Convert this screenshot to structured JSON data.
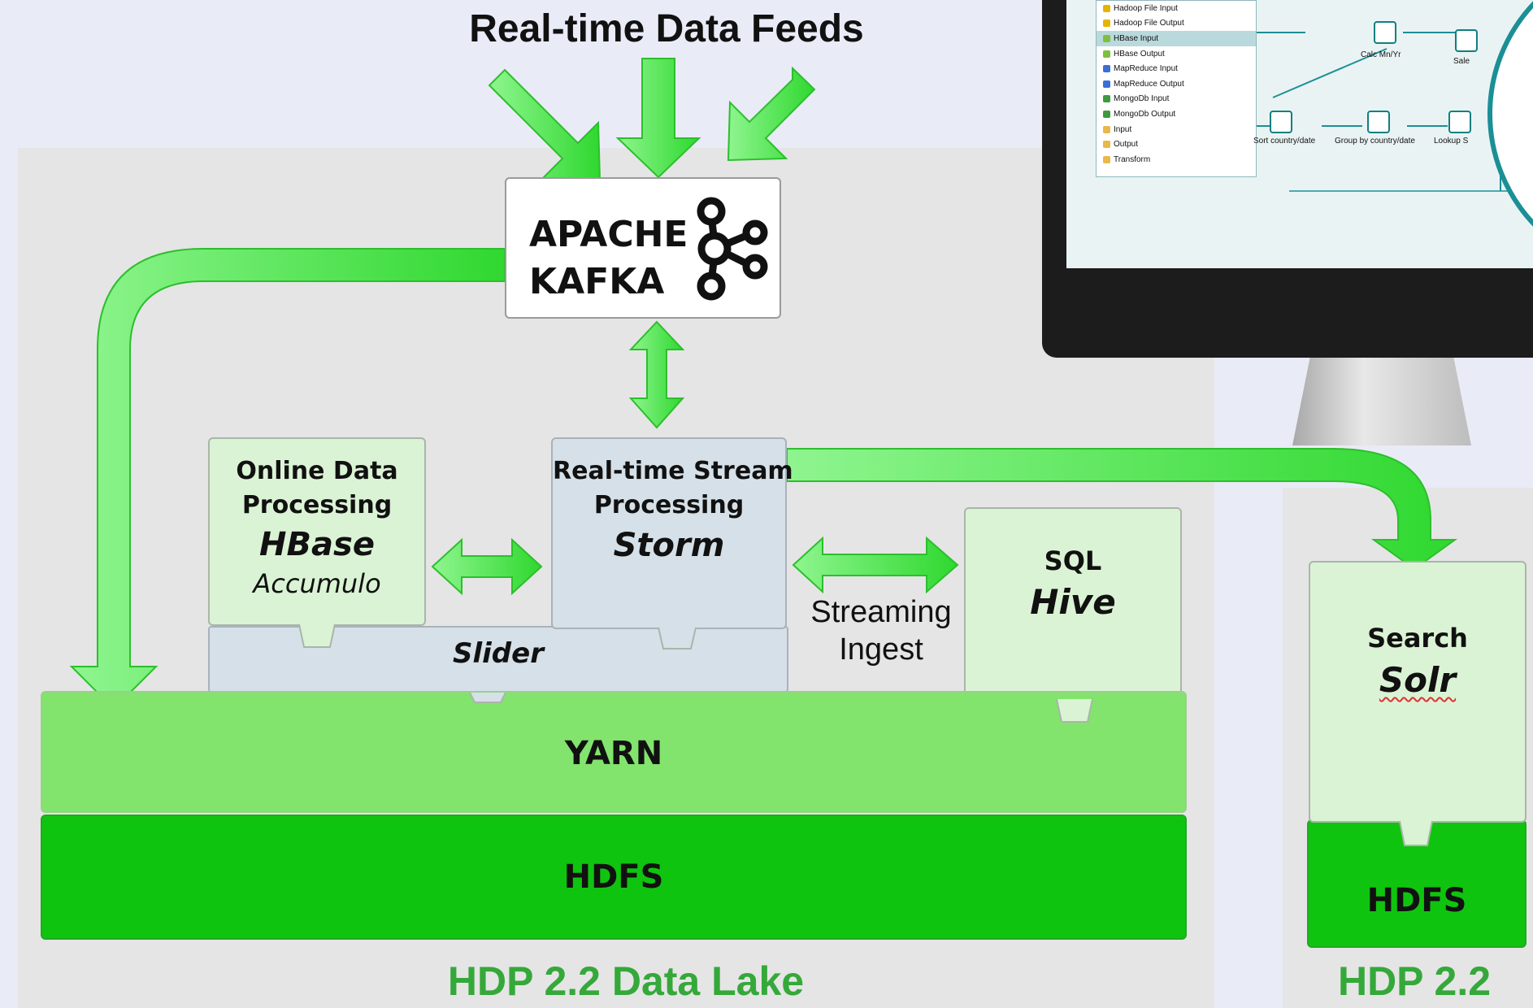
{
  "header": {
    "title": "Real-time Data Feeds"
  },
  "kafka": {
    "line1": "APACHE",
    "line2": "KAFKA"
  },
  "online": {
    "title1": "Online Data",
    "title2": "Processing",
    "name": "HBase",
    "sub": "Accumulo"
  },
  "storm": {
    "title1": "Real-time Stream",
    "title2": "Processing",
    "name": "Storm"
  },
  "slider": {
    "label": "Slider"
  },
  "streaming": {
    "line1": "Streaming",
    "line2": "Ingest"
  },
  "hive": {
    "title": "SQL",
    "name": "Hive"
  },
  "solr": {
    "title": "Search",
    "name": "Solr"
  },
  "yarn": {
    "label": "YARN"
  },
  "hdfs": {
    "label": "HDFS"
  },
  "hdfs_right": {
    "label": "HDFS"
  },
  "footer": {
    "left": "HDP 2.2 Data Lake",
    "right": "HDP 2.2"
  },
  "monitor": {
    "steps": [
      {
        "label": "Hadoop File Input",
        "icon": "hadoop-icon",
        "selected": false
      },
      {
        "label": "Hadoop File Output",
        "icon": "hadoop-icon",
        "selected": false
      },
      {
        "label": "HBase Input",
        "icon": "hbase-icon",
        "selected": true
      },
      {
        "label": "HBase Output",
        "icon": "hbase-icon",
        "selected": false
      },
      {
        "label": "MapReduce Input",
        "icon": "mapreduce-icon",
        "selected": false
      },
      {
        "label": "MapReduce Output",
        "icon": "mapreduce-icon",
        "selected": false
      },
      {
        "label": "MongoDb Input",
        "icon": "mongodb-icon",
        "selected": false
      },
      {
        "label": "MongoDb Output",
        "icon": "mongodb-icon",
        "selected": false
      },
      {
        "label": "Input",
        "icon": "folder-icon",
        "selected": false
      },
      {
        "label": "Output",
        "icon": "folder-icon",
        "selected": false
      },
      {
        "label": "Transform",
        "icon": "folder-icon",
        "selected": false
      }
    ],
    "canvas": {
      "calc": "Calc Mn/Yr",
      "sale": "Sale",
      "sort": "Sort country/date",
      "group": "Group by country/date",
      "lookup": "Lookup S"
    }
  },
  "colors": {
    "arrow_green": "#4fe04f",
    "yarn_green": "#82e46c",
    "hdfs_green": "#0fc40f",
    "title_green": "#35a83a",
    "panel_gray": "#e5e5e5",
    "background": "#e9ebf7"
  }
}
